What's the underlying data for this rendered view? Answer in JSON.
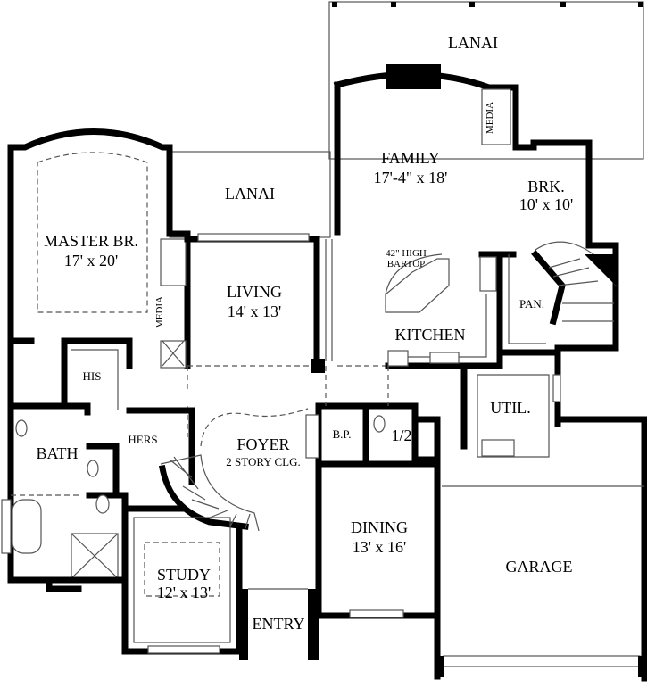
{
  "rooms": {
    "lanai_rear": {
      "name": "LANAI"
    },
    "lanai_side": {
      "name": "LANAI"
    },
    "family": {
      "name": "FAMILY",
      "size": "17'-4\" x 18'"
    },
    "media_family": {
      "name": "MEDIA"
    },
    "breakfast": {
      "name": "BRK.",
      "size": "10' x 10'"
    },
    "master": {
      "name": "MASTER BR.",
      "size": "17' x 20'"
    },
    "media_master": {
      "name": "MEDIA"
    },
    "living": {
      "name": "LIVING",
      "size": "14' x 13'"
    },
    "bartop": {
      "line1": "42\" HIGH",
      "line2": "BARTOP"
    },
    "pantry": {
      "name": "PAN."
    },
    "kitchen": {
      "name": "KITCHEN"
    },
    "his": {
      "name": "HIS"
    },
    "hers": {
      "name": "HERS"
    },
    "bath": {
      "name": "BATH"
    },
    "foyer": {
      "name": "FOYER",
      "note": "2 STORY CLG."
    },
    "bp": {
      "name": "B.P."
    },
    "half_bath": {
      "name": "1/2"
    },
    "utility": {
      "name": "UTIL."
    },
    "dining": {
      "name": "DINING",
      "size": "13' x 16'"
    },
    "garage": {
      "name": "GARAGE"
    },
    "study": {
      "name": "STUDY",
      "size": "12' x 13'"
    },
    "entry": {
      "name": "ENTRY"
    }
  }
}
